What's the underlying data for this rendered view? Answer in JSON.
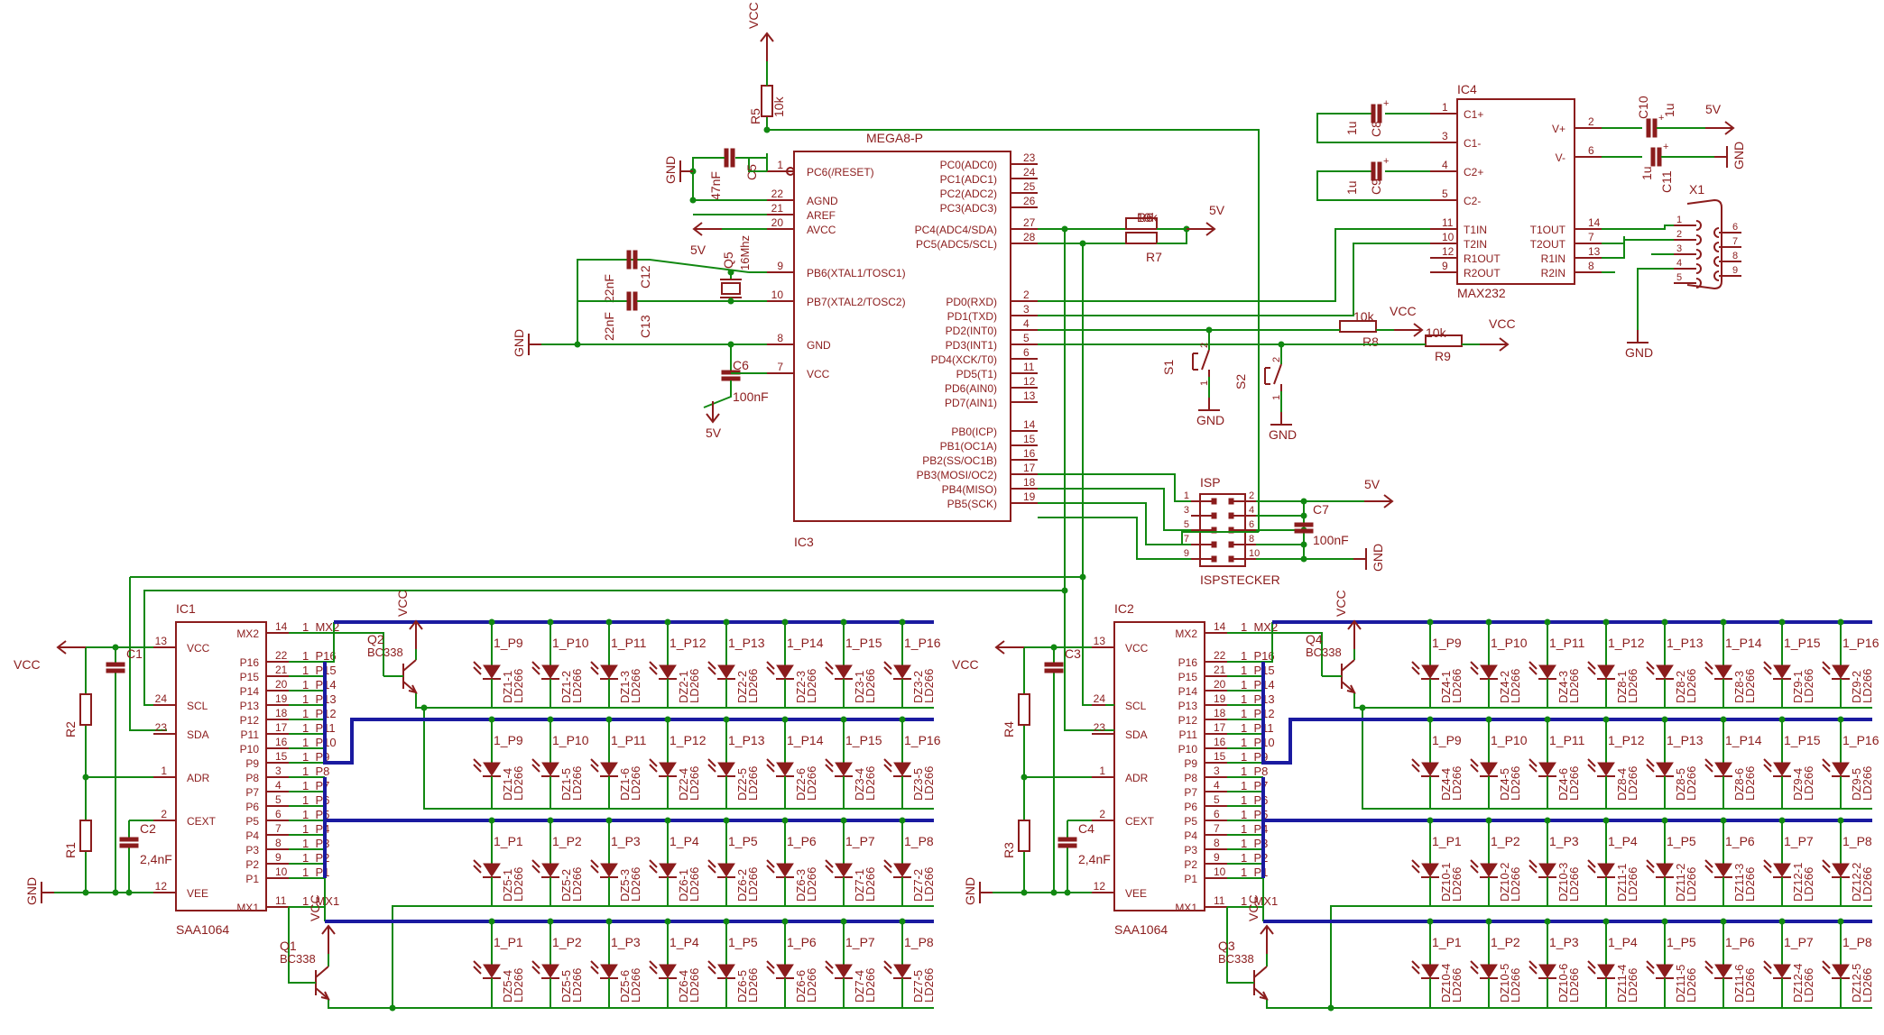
{
  "ic3": {
    "name": "IC3",
    "value": "MEGA8-P",
    "left_pins": [
      {
        "num": "1",
        "label": "PC6(/RESET)"
      },
      {
        "num": "22",
        "label": "AGND"
      },
      {
        "num": "21",
        "label": "AREF"
      },
      {
        "num": "20",
        "label": "AVCC"
      },
      {
        "num": "9",
        "label": "PB6(XTAL1/TOSC1)"
      },
      {
        "num": "10",
        "label": "PB7(XTAL2/TOSC2)"
      },
      {
        "num": "8",
        "label": "GND"
      },
      {
        "num": "7",
        "label": "VCC"
      }
    ],
    "right_pins": [
      {
        "num": "23",
        "label": "PC0(ADC0)"
      },
      {
        "num": "24",
        "label": "PC1(ADC1)"
      },
      {
        "num": "25",
        "label": "PC2(ADC2)"
      },
      {
        "num": "26",
        "label": "PC3(ADC3)"
      },
      {
        "num": "27",
        "label": "PC4(ADC4/SDA)"
      },
      {
        "num": "28",
        "label": "PC5(ADC5/SCL)"
      },
      {
        "num": "2",
        "label": "PD0(RXD)"
      },
      {
        "num": "3",
        "label": "PD1(TXD)"
      },
      {
        "num": "4",
        "label": "PD2(INT0)"
      },
      {
        "num": "5",
        "label": "PD3(INT1)"
      },
      {
        "num": "6",
        "label": "PD4(XCK/T0)"
      },
      {
        "num": "11",
        "label": "PD5(T1)"
      },
      {
        "num": "12",
        "label": "PD6(AIN0)"
      },
      {
        "num": "13",
        "label": "PD7(AIN1)"
      },
      {
        "num": "14",
        "label": "PB0(ICP)"
      },
      {
        "num": "15",
        "label": "PB1(OC1A)"
      },
      {
        "num": "16",
        "label": "PB2(SS/OC1B)"
      },
      {
        "num": "17",
        "label": "PB3(MOSI/OC2)"
      },
      {
        "num": "18",
        "label": "PB4(MISO)"
      },
      {
        "num": "19",
        "label": "PB5(SCK)"
      }
    ]
  },
  "ic4": {
    "name": "IC4",
    "value": "MAX232",
    "left_pins": [
      {
        "num": "1",
        "label": "C1+"
      },
      {
        "num": "3",
        "label": "C1-"
      },
      {
        "num": "4",
        "label": "C2+"
      },
      {
        "num": "5",
        "label": "C2-"
      },
      {
        "num": "11",
        "label": "T1IN"
      },
      {
        "num": "10",
        "label": "T2IN"
      },
      {
        "num": "12",
        "label": "R1OUT"
      },
      {
        "num": "9",
        "label": "R2OUT"
      }
    ],
    "right_pins": [
      {
        "num": "2",
        "label": "V+"
      },
      {
        "num": "6",
        "label": "V-"
      },
      {
        "num": "14",
        "label": "T1OUT"
      },
      {
        "num": "7",
        "label": "T2OUT"
      },
      {
        "num": "13",
        "label": "R1IN"
      },
      {
        "num": "8",
        "label": "R2IN"
      }
    ]
  },
  "saa_left_pins": [
    {
      "num": "13",
      "label": "VCC"
    },
    {
      "num": "24",
      "label": "SCL"
    },
    {
      "num": "23",
      "label": "SDA"
    },
    {
      "num": "1",
      "label": "ADR"
    },
    {
      "num": "2",
      "label": "CEXT"
    },
    {
      "num": "12",
      "label": "VEE"
    }
  ],
  "saa_right_pins": [
    {
      "num": "14",
      "label": "MX2"
    },
    {
      "num": "22",
      "label": "P16"
    },
    {
      "num": "21",
      "label": "P15"
    },
    {
      "num": "20",
      "label": "P14"
    },
    {
      "num": "19",
      "label": "P13"
    },
    {
      "num": "18",
      "label": "P12"
    },
    {
      "num": "17",
      "label": "P11"
    },
    {
      "num": "16",
      "label": "P10"
    },
    {
      "num": "15",
      "label": "P9"
    },
    {
      "num": "3",
      "label": "P8"
    },
    {
      "num": "4",
      "label": "P7"
    },
    {
      "num": "5",
      "label": "P6"
    },
    {
      "num": "6",
      "label": "P5"
    },
    {
      "num": "7",
      "label": "P4"
    },
    {
      "num": "8",
      "label": "P3"
    },
    {
      "num": "9",
      "label": "P2"
    },
    {
      "num": "10",
      "label": "P1"
    },
    {
      "num": "11",
      "label": "MX1"
    }
  ],
  "saa_nets": [
    "1_MX2",
    "1_P16",
    "1_P15",
    "1_P14",
    "1_P13",
    "1_P12",
    "1_P11",
    "1_P10",
    "1_P9",
    "1_P8",
    "1_P7",
    "1_P6",
    "1_P5",
    "1_P4",
    "1_P3",
    "1_P2",
    "1_P1",
    "1_MX1"
  ],
  "saa_blocks": [
    {
      "name": "IC1",
      "value": "SAA1064",
      "r_top": "R2",
      "r_bot": "R1",
      "c_top": "C1",
      "c_bot": "C2",
      "c_bot_value": "2,4nF",
      "q_top": "Q2",
      "q_bot": "Q1",
      "q_type": "BC338",
      "led_rows": [
        {
          "nets": [
            "1_P9",
            "1_P10",
            "1_P11",
            "1_P12",
            "1_P13",
            "1_P14",
            "1_P15",
            "1_P16"
          ],
          "parts": [
            "DZ1-1",
            "DZ1-2",
            "DZ1-3",
            "DZ2-1",
            "DZ2-2",
            "DZ2-3",
            "DZ3-1",
            "DZ3-2"
          ]
        },
        {
          "nets": [
            "1_P9",
            "1_P10",
            "1_P11",
            "1_P12",
            "1_P13",
            "1_P14",
            "1_P15",
            "1_P16"
          ],
          "parts": [
            "DZ1-4",
            "DZ1-5",
            "DZ1-6",
            "DZ2-4",
            "DZ2-5",
            "DZ2-6",
            "DZ3-4",
            "DZ3-5"
          ]
        },
        {
          "nets": [
            "1_P1",
            "1_P2",
            "1_P3",
            "1_P4",
            "1_P5",
            "1_P6",
            "1_P7",
            "1_P8"
          ],
          "parts": [
            "DZ5-1",
            "DZ5-2",
            "DZ5-3",
            "DZ6-1",
            "DZ6-2",
            "DZ6-3",
            "DZ7-1",
            "DZ7-2"
          ]
        },
        {
          "nets": [
            "1_P1",
            "1_P2",
            "1_P3",
            "1_P4",
            "1_P5",
            "1_P6",
            "1_P7",
            "1_P8"
          ],
          "parts": [
            "DZ5-4",
            "DZ5-5",
            "DZ5-6",
            "DZ6-4",
            "DZ6-5",
            "DZ6-6",
            "DZ7-4",
            "DZ7-5"
          ]
        }
      ]
    },
    {
      "name": "IC2",
      "value": "SAA1064",
      "r_top": "R4",
      "r_bot": "R3",
      "c_top": "C3",
      "c_bot": "C4",
      "c_bot_value": "2,4nF",
      "q_top": "Q4",
      "q_bot": "Q3",
      "q_type": "BC338",
      "led_rows": [
        {
          "nets": [
            "1_P9",
            "1_P10",
            "1_P11",
            "1_P12",
            "1_P13",
            "1_P14",
            "1_P15",
            "1_P16"
          ],
          "parts": [
            "DZ4-1",
            "DZ4-2",
            "DZ4-3",
            "DZ8-1",
            "DZ8-2",
            "DZ8-3",
            "DZ9-1",
            "DZ9-2"
          ]
        },
        {
          "nets": [
            "1_P9",
            "1_P10",
            "1_P11",
            "1_P12",
            "1_P13",
            "1_P14",
            "1_P15",
            "1_P16"
          ],
          "parts": [
            "DZ4-4",
            "DZ4-5",
            "DZ4-6",
            "DZ8-4",
            "DZ8-5",
            "DZ8-6",
            "DZ9-4",
            "DZ9-5"
          ]
        },
        {
          "nets": [
            "1_P1",
            "1_P2",
            "1_P3",
            "1_P4",
            "1_P5",
            "1_P6",
            "1_P7",
            "1_P8"
          ],
          "parts": [
            "DZ10-1",
            "DZ10-2",
            "DZ10-3",
            "DZ11-1",
            "DZ11-2",
            "DZ11-3",
            "DZ12-1",
            "DZ12-2"
          ]
        },
        {
          "nets": [
            "1_P1",
            "1_P2",
            "1_P3",
            "1_P4",
            "1_P5",
            "1_P6",
            "1_P7",
            "1_P8"
          ],
          "parts": [
            "DZ10-4",
            "DZ10-5",
            "DZ10-6",
            "DZ11-4",
            "DZ11-5",
            "DZ11-6",
            "DZ12-4",
            "DZ12-5"
          ]
        }
      ]
    }
  ],
  "led_type": "LD266",
  "isp": {
    "name": "ISP",
    "value": "ISPSTECKER",
    "pins_left": [
      "1",
      "3",
      "5",
      "7",
      "9"
    ],
    "pins_right": [
      "2",
      "4",
      "6",
      "8",
      "10"
    ]
  },
  "x1": {
    "name": "X1",
    "pins_left": [
      "1",
      "2",
      "3",
      "4",
      "5"
    ],
    "pins_right": [
      "6",
      "7",
      "8",
      "9"
    ]
  },
  "labels": {
    "vcc": "VCC",
    "gnd": "GND",
    "v5": "5V",
    "r5": "R5",
    "r5_val": "10k",
    "c5": "C5",
    "c5_val": "47nF",
    "c12": "C12",
    "c12_val": "22nF",
    "c13": "C13",
    "c13_val": "22nF",
    "q5": "Q5",
    "q5_val": "16Mhz",
    "c6": "C6",
    "c6_val": "100nF",
    "r6": "R6",
    "r7": "R7",
    "r67_val": "10k",
    "r8": "R8",
    "r8_val": "10k",
    "r9": "R9",
    "r9_val": "10k",
    "s1": "S1",
    "s2": "S2",
    "c7": "C7",
    "c7_val": "100nF",
    "c8": "C8",
    "c9": "C9",
    "c10": "C10",
    "c11": "C11",
    "cap_1u": "1u"
  }
}
